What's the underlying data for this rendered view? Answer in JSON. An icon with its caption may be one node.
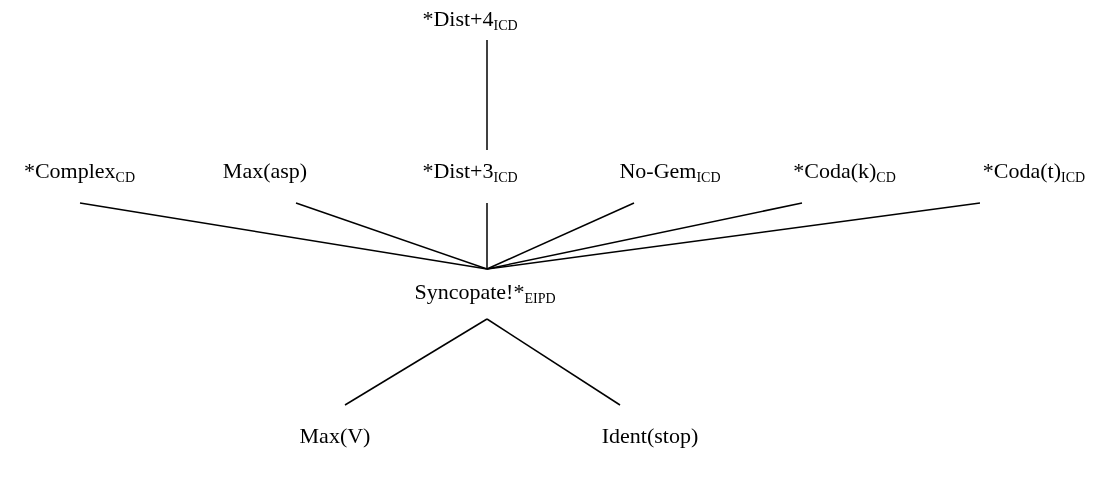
{
  "diagram": {
    "nodes": [
      {
        "text": [
          "*Dist+4$_{ICD}$"
        ]
      },
      {
        "text": [
          "*Complex$_{CD}$"
        ]
      },
      {
        "text": [
          "Max(asp)"
        ]
      },
      {
        "text": [
          "*Dist+3$_{ICD}$"
        ]
      },
      {
        "text": [
          "No-Gem$_{ICD}$"
        ]
      },
      {
        "text": [
          "*Coda(k)$_{CD}$"
        ]
      },
      {
        "text": [
          "*Coda(t)$_{ICD}$"
        ]
      },
      {
        "text": [
          "Syncopate!*$_{EIPD}$"
        ]
      },
      {
        "text": [
          "Max(V)"
        ]
      },
      {
        "text": [
          "Ident(stop)"
        ]
      }
    ],
    "edges": [
      {
        "from": 0,
        "to": 3,
        "arrow": "none"
      },
      {
        "from": 1,
        "to": 7,
        "arrow": "none"
      },
      {
        "from": 2,
        "to": 7,
        "arrow": "none"
      },
      {
        "from": 3,
        "to": 7,
        "arrow": "none"
      },
      {
        "from": 4,
        "to": 7,
        "arrow": "none"
      },
      {
        "from": 5,
        "to": 7,
        "arrow": "none"
      },
      {
        "from": 6,
        "to": 7,
        "arrow": "none"
      },
      {
        "from": 7,
        "to": 8,
        "arrow": "none"
      },
      {
        "from": 7,
        "to": 9,
        "arrow": "none"
      }
    ]
  }
}
